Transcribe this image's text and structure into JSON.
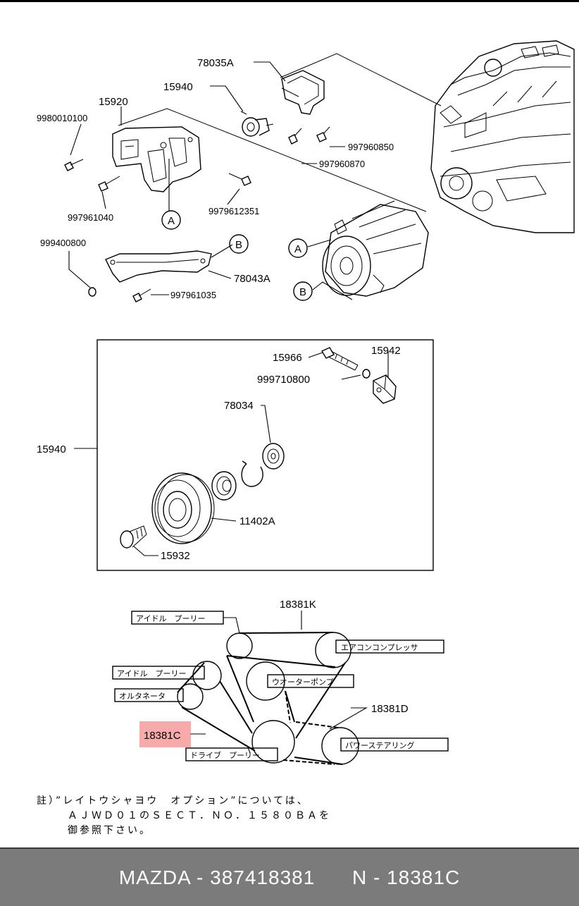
{
  "upper": {
    "callouts": [
      "78035A",
      "15940",
      "15920",
      "9980010100",
      "997960850",
      "997960870",
      "997961040",
      "9979612351",
      "999400800",
      "78043A",
      "997961035"
    ],
    "markers": [
      "A",
      "B",
      "A",
      "B"
    ]
  },
  "detail_box": {
    "callouts": [
      "15966",
      "15942",
      "999710800",
      "78034",
      "15940",
      "11402A",
      "15932"
    ]
  },
  "belt_diagram": {
    "parts": [
      "18381K",
      "18381D",
      "18381C"
    ],
    "pulleys": {
      "idler_top": "アイドル　プーリー",
      "ac_compressor": "エアコンコンプレッサ",
      "idler_mid": "アイドル　プーリー",
      "water_pump": "ウオーターポンプ",
      "alternator": "オルタネータ",
      "power_steering": "パワーステアリング",
      "drive_pulley": "ドライブ　プーリー"
    },
    "highlighted_part": "18381C"
  },
  "note": {
    "line1": "註）”レイトウシャヨウ　オプション”については、",
    "line2": "ＡＪＷＤ０１のＳＥＣＴ．ＮＯ．１５８０ＢＡを",
    "line3": "御参照下さい。"
  },
  "footer": {
    "text": "MAZDA - 387418381      N - 18381C"
  }
}
